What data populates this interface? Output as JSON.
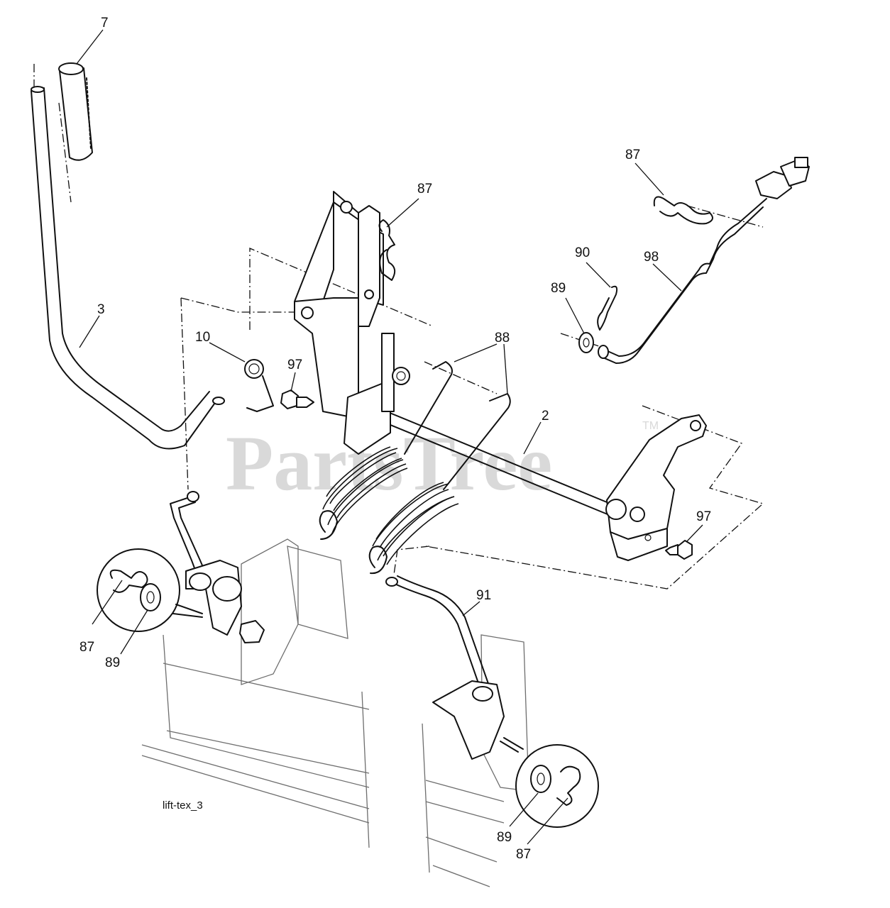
{
  "watermark": {
    "text": "PartsTree",
    "trademark": "TM"
  },
  "diagram_id": "lift-tex_3",
  "callouts": {
    "c7": "7",
    "c3": "3",
    "c10": "10",
    "c97a": "97",
    "c87a": "87",
    "c88": "88",
    "c2": "2",
    "c87b": "87",
    "c90": "90",
    "c98": "98",
    "c89a": "89",
    "c97b": "97",
    "c91": "91",
    "c87c": "87",
    "c89b": "89",
    "c89c": "89",
    "c87d": "87"
  }
}
